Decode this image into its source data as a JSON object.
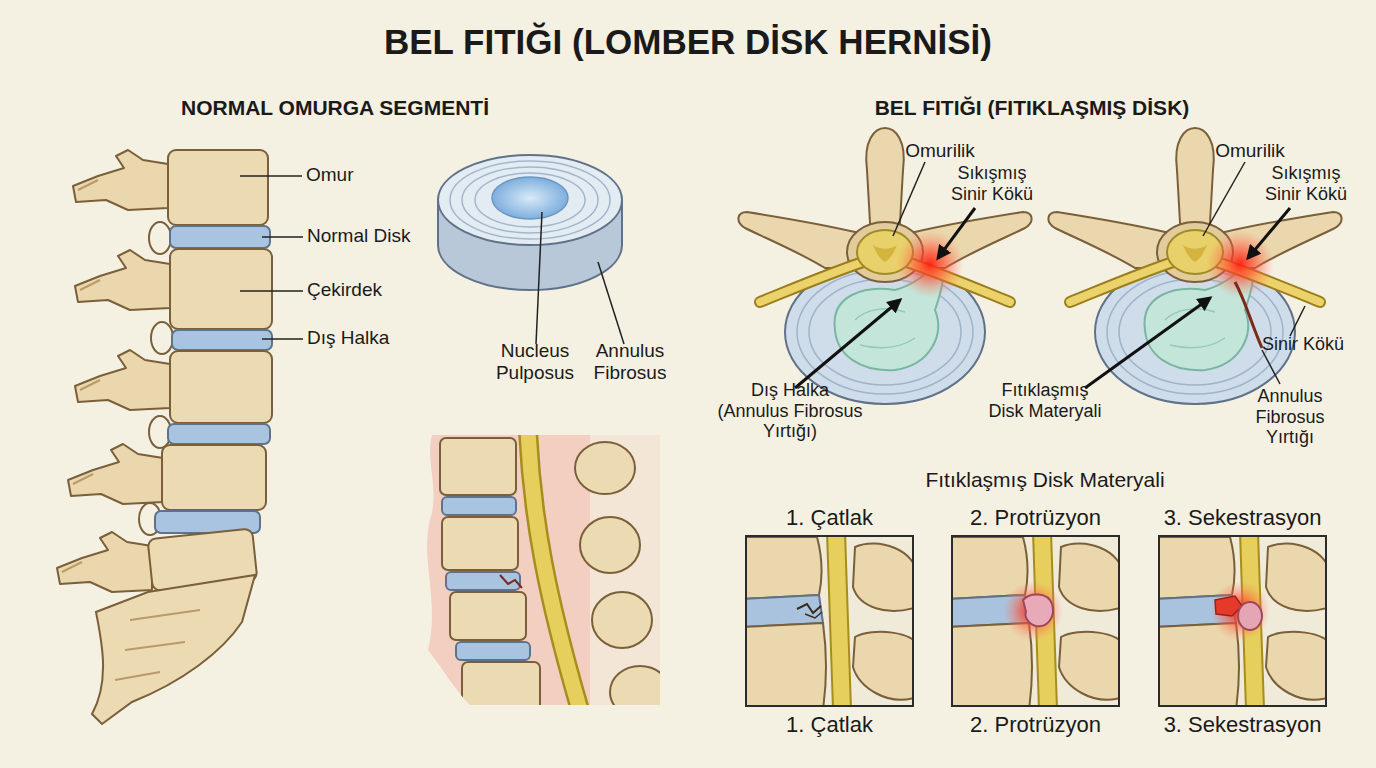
{
  "diagram": {
    "title": "BEL FITIĞI (LOMBER DİSK HERNİSİ)",
    "nodes": [
      {
        "text": [
          "1. Çatlak",
          "1. Çatlak"
        ]
      },
      {
        "text": [
          "2. Protrüzyon",
          "2. Protrüzyon"
        ]
      },
      {
        "text": [
          "3. Sekestrasyon",
          "3. Sekestrasyon"
        ]
      }
    ],
    "labels": [
      "NORMAL OMURGA SEGMENTİ",
      "BEL FITIĞI (FITIKLAŞMIŞ DİSK)",
      "Omur",
      "Normal Disk",
      "Çekirdek",
      "Dış Halka",
      "Nucleus Pulposus",
      "Annulus Fibrosus",
      "Omurilik",
      "Sıkışmış Sinir Kökü",
      "Dış Halka (Annulus Fibrosus Yırtığı)",
      "Omurilik",
      "Sıkışmış Sinir Kökü",
      "Sinir Kökü",
      "Fıtıklaşmış Disk Materyali",
      "Annulus Fibrosus Yırtığı",
      "Fıtıklaşmış Disk Materyali"
    ]
  }
}
